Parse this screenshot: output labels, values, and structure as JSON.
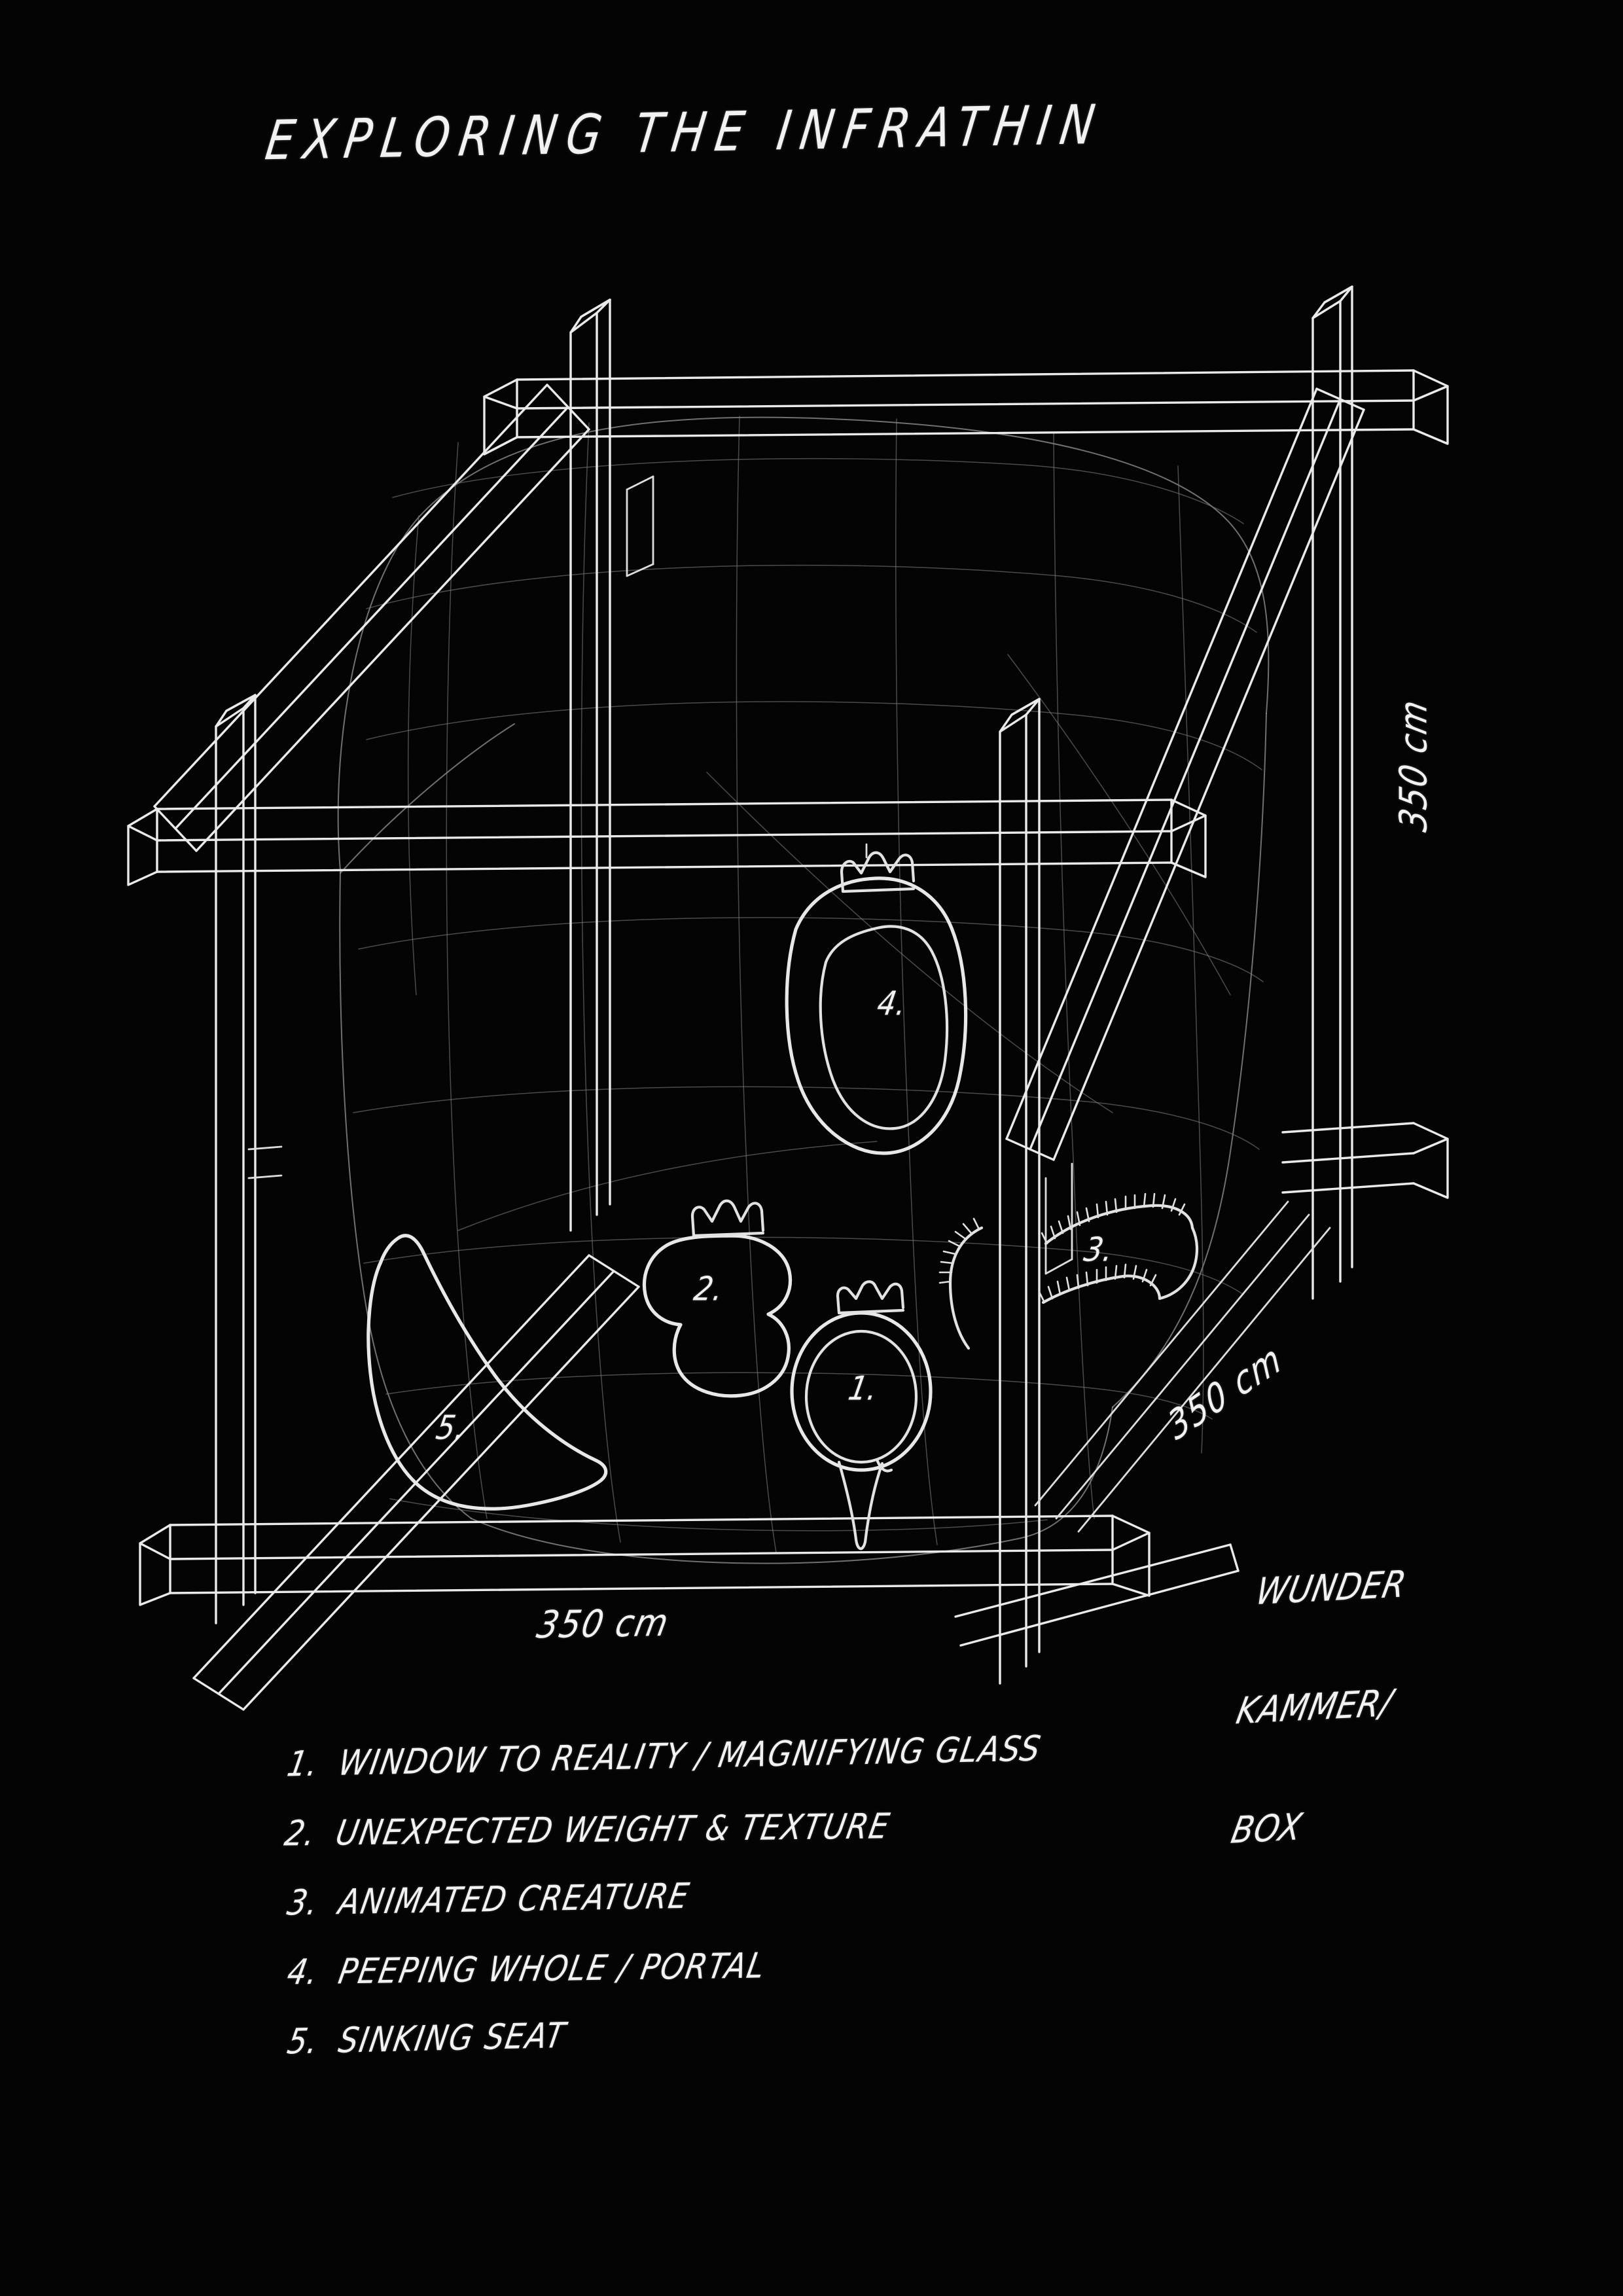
{
  "page": {
    "title": "EXPLORING THE INFRATHIN",
    "background_color": "#000000",
    "ink_color": "#f2f2f2"
  },
  "drawing": {
    "caption": {
      "line1": "WUNDER",
      "line2": "KAMMER/",
      "line3": "BOX"
    },
    "dimensions": {
      "bottom": "350 cm",
      "right_diagonal": "350 cm",
      "vertical": "350 cm"
    },
    "markers": [
      {
        "id": "1",
        "label": "1.",
        "name": "magnifying-glass"
      },
      {
        "id": "2",
        "label": "2.",
        "name": "weight-texture-blob"
      },
      {
        "id": "3",
        "label": "3.",
        "name": "animated-creature"
      },
      {
        "id": "4",
        "label": "4.",
        "name": "peeping-portal"
      },
      {
        "id": "5",
        "label": "5.",
        "name": "sinking-seat"
      }
    ]
  },
  "legend": {
    "items": [
      {
        "number": "1.",
        "text": "WINDOW TO REALITY / MAGNIFYING GLASS"
      },
      {
        "number": "2.",
        "text": "UNEXPECTED WEIGHT & TEXTURE"
      },
      {
        "number": "3.",
        "text": "ANIMATED CREATURE"
      },
      {
        "number": "4.",
        "text": "PEEPING WHOLE / PORTAL"
      },
      {
        "number": "5.",
        "text": "SINKING SEAT"
      }
    ]
  }
}
